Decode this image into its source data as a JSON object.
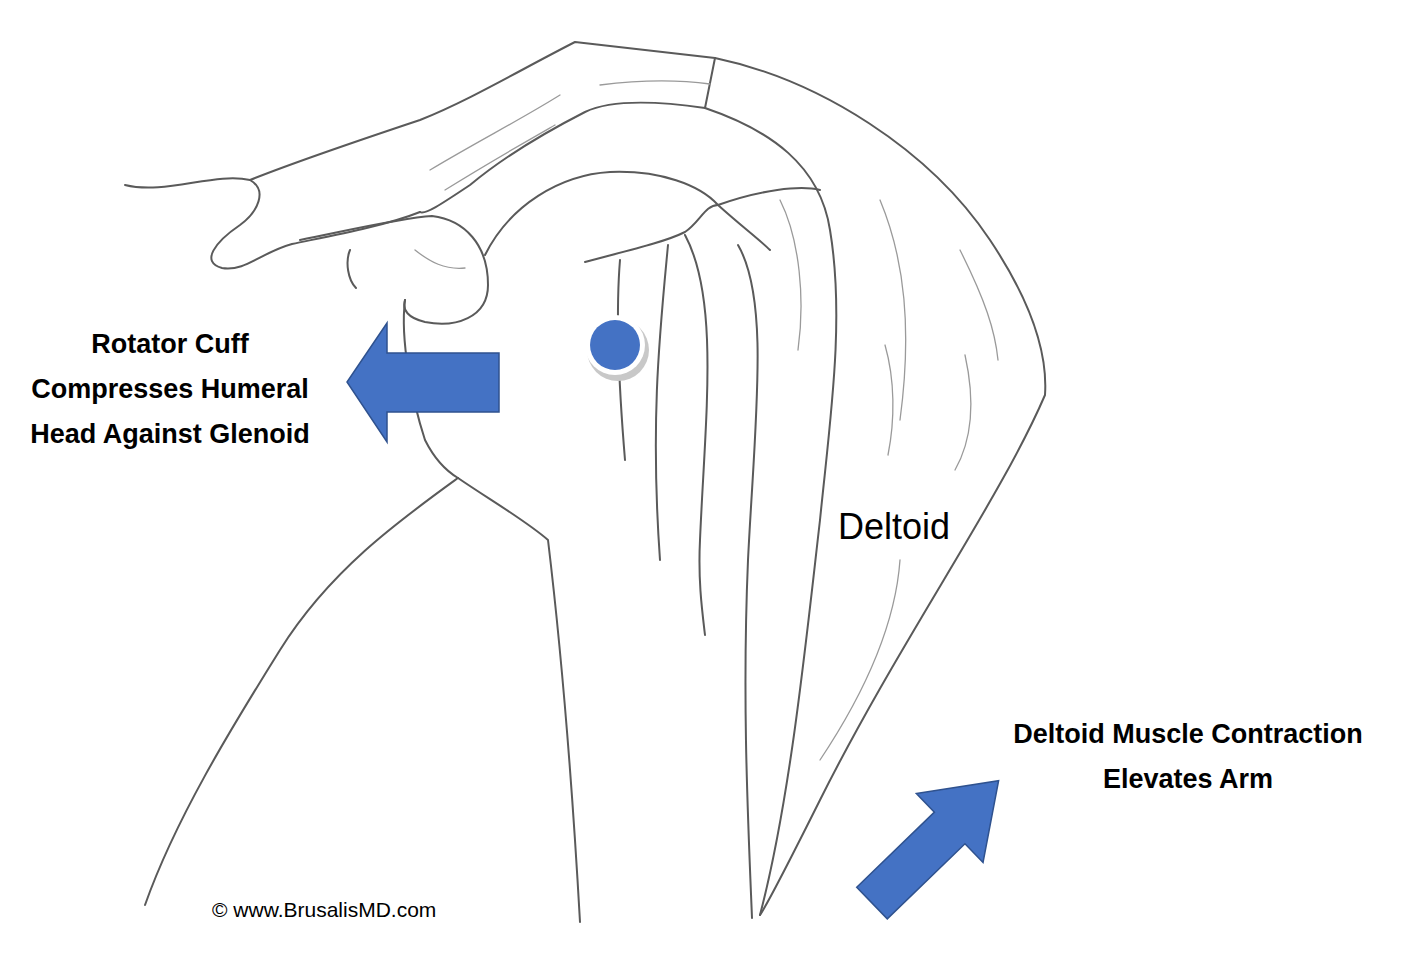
{
  "diagram": {
    "labels": [
      "Rotator Cuff Compresses Humeral Head Against Glenoid",
      "Deltoid",
      "Deltoid Muscle Contraction Elevates Arm",
      "© www.BrusalisMD.com"
    ]
  }
}
